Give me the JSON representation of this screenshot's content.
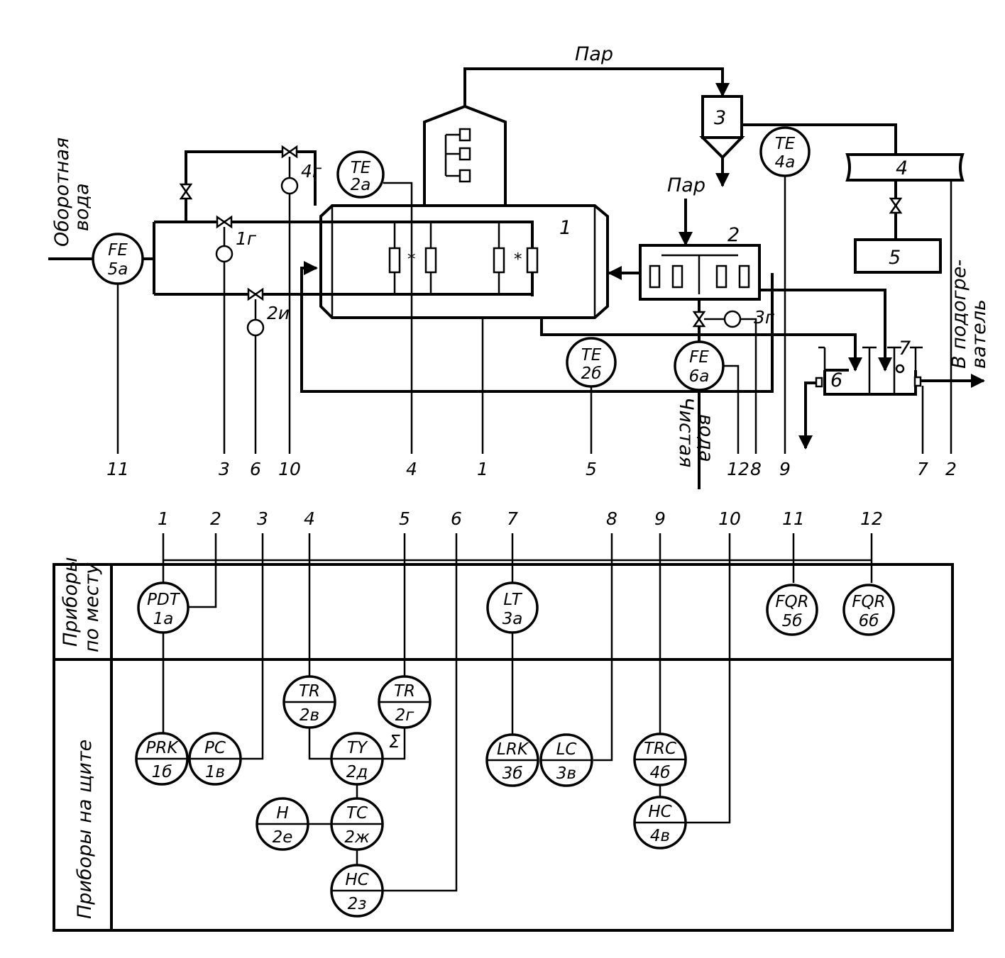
{
  "flows": {
    "steam_top": "Пар",
    "steam_right": "Пар",
    "recycled_water": [
      "Оборотная",
      "вода"
    ],
    "clean_water": [
      "Чистая",
      "вода"
    ],
    "to_heater": [
      "В подогре-",
      "ватель"
    ]
  },
  "equipment": [
    "1",
    "2",
    "3",
    "4",
    "5",
    "6",
    "7"
  ],
  "valves": [
    "1г",
    "2и",
    "3г",
    "4г"
  ],
  "field_instruments": [
    {
      "name": "FE",
      "id": "5а"
    },
    {
      "name": "TE",
      "id": "2а"
    },
    {
      "name": "TE",
      "id": "2б"
    },
    {
      "name": "FE",
      "id": "6а"
    },
    {
      "name": "TE",
      "id": "4а"
    }
  ],
  "process_lines": [
    "11",
    "3",
    "6",
    "10",
    "4",
    "1",
    "5",
    "12",
    "8",
    "9",
    "7",
    "2"
  ],
  "panel_lines": [
    "1",
    "2",
    "3",
    "4",
    "5",
    "6",
    "7",
    "8",
    "9",
    "10",
    "11",
    "12"
  ],
  "sections": {
    "local": [
      "Приборы",
      "по месту"
    ],
    "panel": "Приборы на щите"
  },
  "local_instruments": [
    {
      "name": "PDT",
      "id": "1а"
    },
    {
      "name": "LT",
      "id": "3а"
    },
    {
      "name": "FQR",
      "id": "5б"
    },
    {
      "name": "FQR",
      "id": "6б"
    }
  ],
  "panel_instruments": [
    {
      "name": "PRK",
      "id": "1б"
    },
    {
      "name": "PC",
      "id": "1в"
    },
    {
      "name": "TR",
      "id": "2в"
    },
    {
      "name": "TR",
      "id": "2г"
    },
    {
      "name": "TY",
      "id": "2д"
    },
    {
      "name": "H",
      "id": "2е"
    },
    {
      "name": "TC",
      "id": "2ж"
    },
    {
      "name": "HC",
      "id": "2з"
    },
    {
      "name": "LRK",
      "id": "3б"
    },
    {
      "name": "LC",
      "id": "3в"
    },
    {
      "name": "TRC",
      "id": "4б"
    },
    {
      "name": "HC",
      "id": "4в"
    }
  ],
  "sum_symbol": "Σ"
}
